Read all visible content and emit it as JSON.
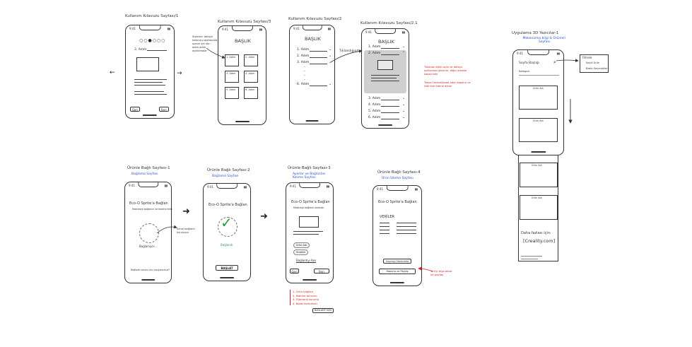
{
  "titles": {
    "onb1": "Kullanım Kılavuzu Sayfası/1",
    "onb3": "Kullanım Kılavuzu Sayfası/3",
    "onb2": "Kullanım Kılavuzu Sayfası/2",
    "onb21": "Kullanım Kılavuzu Sayfası/2.1",
    "conn1": "Ürünle Bağlı Sayfası-1",
    "conn1_sub": "Bağlama Sayfası",
    "conn2": "Ürünle Bağlı Sayfası-2",
    "conn2_sub": "Bağlama Sayfası",
    "conn3": "Ürünle Bağlı Sayfası-3",
    "conn3_sub": "Ayarlar ve Bağlantısı Kesme Sayfası",
    "conn4": "Ürünle Bağlı Sayfası-4",
    "conn4_sub": "Ürün İzleme Sayfası",
    "app": "Uygulama 3D Yazıcılar-1",
    "app_sub": "Mekanizma bilgi & Ürünleri Sayfası"
  },
  "onb1": {
    "time": "9:41",
    "step_label": "3. Adım:",
    "back_btn": "Geri",
    "next_btn": "İleri"
  },
  "onb3": {
    "time": "9:41",
    "heading": "BAŞLIK",
    "items": [
      "1. Adım",
      "2. Adım",
      "3. Adım",
      "4. Adım",
      "5. Adım",
      "6. Adım"
    ],
    "note": "Sistemin detaylı kılavuzu sayfasında şunlar yer alır: adım adım açıklamalar"
  },
  "onb2": {
    "time": "9:41",
    "heading": "BAŞLIK",
    "items_top": [
      "1. Adım",
      "2. Adım",
      "3. Adım"
    ],
    "item_bottom": "6. Adım",
    "arrow_label": "Tıklandığında"
  },
  "onb21": {
    "time": "9:41",
    "heading": "BAŞLIK",
    "items_top": [
      "1. Adım",
      "2. Adım"
    ],
    "items_bottom": [
      "3. Adım",
      "4. Adım",
      "5. Adım",
      "6. Adım"
    ],
    "red_note_1": "Tıklanan adım açılır ve detaylı açıklaması görünür, diğer adımlar kapalı kalır",
    "red_note_2": "Tekrar tıklandığında adım kapanır ve liste eski haline döner"
  },
  "conn1": {
    "time": "9:41",
    "title": "Eco-O Sprite'a Bağlan",
    "subtitle": "Makineye bağlanın ve kontrol edin",
    "status": "Bağlanıyor...",
    "side_note": "Sanal bağlantı kuruluyor",
    "footer": "Bağlantı sorunu mu yaşıyorsunuz?"
  },
  "conn2": {
    "time": "9:41",
    "title": "Eco-O Sprite'a Bağlan",
    "status": "Bağlandı",
    "button": "BAŞLAT"
  },
  "conn3": {
    "time": "9:41",
    "title": "Eco-O Sprite'a Bağlan",
    "subtitle": "Makineye bağlantı kontrolü",
    "pill1": "Ürün Adı",
    "pill2": "Sıcaklık",
    "link": "Bağlantıyı Kes",
    "back_btn": "Geri",
    "next_btn": "İleri",
    "red_notes": [
      "1. Ürün bilgileri",
      "2. Makine durumu",
      "3. Filament durumu",
      "4. Baskı ilerlemesi"
    ],
    "red_button": "BAĞLANTI KES"
  },
  "conn4": {
    "time": "9:41",
    "title": "Eco-O Sprite'a Bağlan",
    "data_label": "VERİLER",
    "btn1": "Geçmişi Görüntüle",
    "btn2": "Raporla ve Paylaş",
    "red_note": "Veriyi dışa aktar ve paylaş"
  },
  "app": {
    "time": "9:41",
    "search": "Sayfa Başlığı",
    "filter_label": "Kategori",
    "card_label": "Ürün Adı",
    "popup_title": "Filtrele",
    "popup_items": [
      "Seçili Ürün",
      "Baskı Seçenekleri"
    ],
    "footer_text": "Daha fazlası için:",
    "footer_link": "[Creality.com]"
  }
}
